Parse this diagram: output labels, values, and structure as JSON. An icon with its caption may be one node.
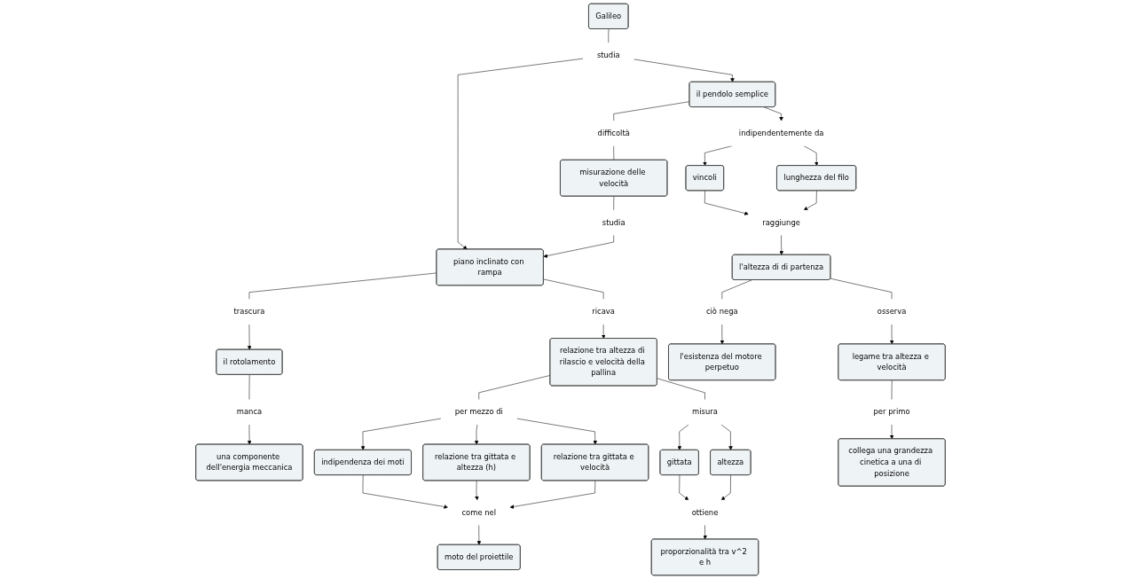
{
  "diagram": {
    "nodes": [
      {
        "text": [
          "Galileo"
        ]
      },
      {
        "text": [
          "studia"
        ]
      },
      {
        "text": [
          "il pendolo semplice"
        ]
      },
      {
        "text": [
          "piano inclinato con rampa"
        ]
      },
      {
        "text": [
          "indipendentemente da"
        ]
      },
      {
        "text": [
          "difficoltà"
        ]
      },
      {
        "text": [
          "studia"
        ]
      },
      {
        "text": [
          "ricava"
        ]
      },
      {
        "text": [
          "trascura"
        ]
      },
      {
        "text": [
          "vincoli"
        ]
      },
      {
        "text": [
          "lunghezza del filo"
        ]
      },
      {
        "text": [
          "misurazione delle velocità"
        ]
      },
      {
        "text": [
          "il rotolamento"
        ]
      },
      {
        "text": [
          "relazione tra altezza di rilascio e velocità della pallina"
        ]
      },
      {
        "text": [
          "manca"
        ]
      },
      {
        "text": [
          "raggiunge"
        ]
      },
      {
        "text": [
          "una componente dell'energia meccanica"
        ]
      },
      {
        "text": [
          "l'altezza di di partenza"
        ]
      },
      {
        "text": [
          "per mezzo di"
        ]
      },
      {
        "text": [
          "misura"
        ]
      },
      {
        "text": [
          "ciò nega"
        ]
      },
      {
        "text": [
          "osserva"
        ]
      },
      {
        "text": [
          "gittata"
        ]
      },
      {
        "text": [
          "altezza"
        ]
      },
      {
        "text": [
          "indipendenza dei moti"
        ]
      },
      {
        "text": [
          "relazione tra gittata e altezza (h)"
        ]
      },
      {
        "text": [
          "relazione tra gittata e velocità"
        ]
      },
      {
        "text": [
          "ottiene"
        ]
      },
      {
        "text": [
          "l'esistenza del motore perpetuo"
        ]
      },
      {
        "text": [
          "legame tra altezza e velocità"
        ]
      },
      {
        "text": [
          "proporzionalità tra v^2 e h"
        ]
      },
      {
        "text": [
          "come nel"
        ]
      },
      {
        "text": [
          "per primo"
        ]
      },
      {
        "text": [
          "moto del proiettile"
        ]
      },
      {
        "text": [
          "collega una grandezza cinetica a una di posizione"
        ]
      }
    ],
    "edges": [
      {
        "from": 0,
        "to": 1,
        "arrow": "none"
      },
      {
        "from": 1,
        "to": 2,
        "arrow": "to"
      },
      {
        "from": 1,
        "to": 3,
        "arrow": "to"
      },
      {
        "from": 2,
        "to": 4,
        "arrow": "to"
      },
      {
        "from": 2,
        "to": 5,
        "arrow": "none"
      },
      {
        "from": 5,
        "to": 11,
        "arrow": "none"
      },
      {
        "from": 11,
        "to": 6,
        "arrow": "none"
      },
      {
        "from": 6,
        "to": 3,
        "arrow": "to"
      },
      {
        "from": 3,
        "to": 7,
        "arrow": "none"
      },
      {
        "from": 7,
        "to": 13,
        "arrow": "to"
      },
      {
        "from": 3,
        "to": 8,
        "arrow": "none"
      },
      {
        "from": 8,
        "to": 12,
        "arrow": "to"
      },
      {
        "from": 4,
        "to": 9,
        "arrow": "to"
      },
      {
        "from": 4,
        "to": 10,
        "arrow": "to"
      },
      {
        "from": 9,
        "to": 15,
        "arrow": "to"
      },
      {
        "from": 10,
        "to": 15,
        "arrow": "to"
      },
      {
        "from": 15,
        "to": 17,
        "arrow": "to"
      },
      {
        "from": 12,
        "to": 14,
        "arrow": "none"
      },
      {
        "from": 14,
        "to": 16,
        "arrow": "to"
      },
      {
        "from": 17,
        "to": 20,
        "arrow": "none"
      },
      {
        "from": 17,
        "to": 21,
        "arrow": "none"
      },
      {
        "from": 20,
        "to": 28,
        "arrow": "to"
      },
      {
        "from": 21,
        "to": 29,
        "arrow": "to"
      },
      {
        "from": 13,
        "to": 18,
        "arrow": "none"
      },
      {
        "from": 13,
        "to": 19,
        "arrow": "none"
      },
      {
        "from": 18,
        "to": 24,
        "arrow": "to"
      },
      {
        "from": 18,
        "to": 25,
        "arrow": "to"
      },
      {
        "from": 18,
        "to": 26,
        "arrow": "to"
      },
      {
        "from": 19,
        "to": 22,
        "arrow": "to"
      },
      {
        "from": 19,
        "to": 23,
        "arrow": "to"
      },
      {
        "from": 22,
        "to": 27,
        "arrow": "to"
      },
      {
        "from": 23,
        "to": 27,
        "arrow": "to"
      },
      {
        "from": 27,
        "to": 30,
        "arrow": "to"
      },
      {
        "from": 29,
        "to": 32,
        "arrow": "none"
      },
      {
        "from": 32,
        "to": 34,
        "arrow": "to"
      },
      {
        "from": 24,
        "to": 31,
        "arrow": "to"
      },
      {
        "from": 25,
        "to": 31,
        "arrow": "to"
      },
      {
        "from": 26,
        "to": 31,
        "arrow": "to"
      },
      {
        "from": 31,
        "to": 33,
        "arrow": "to"
      }
    ]
  }
}
